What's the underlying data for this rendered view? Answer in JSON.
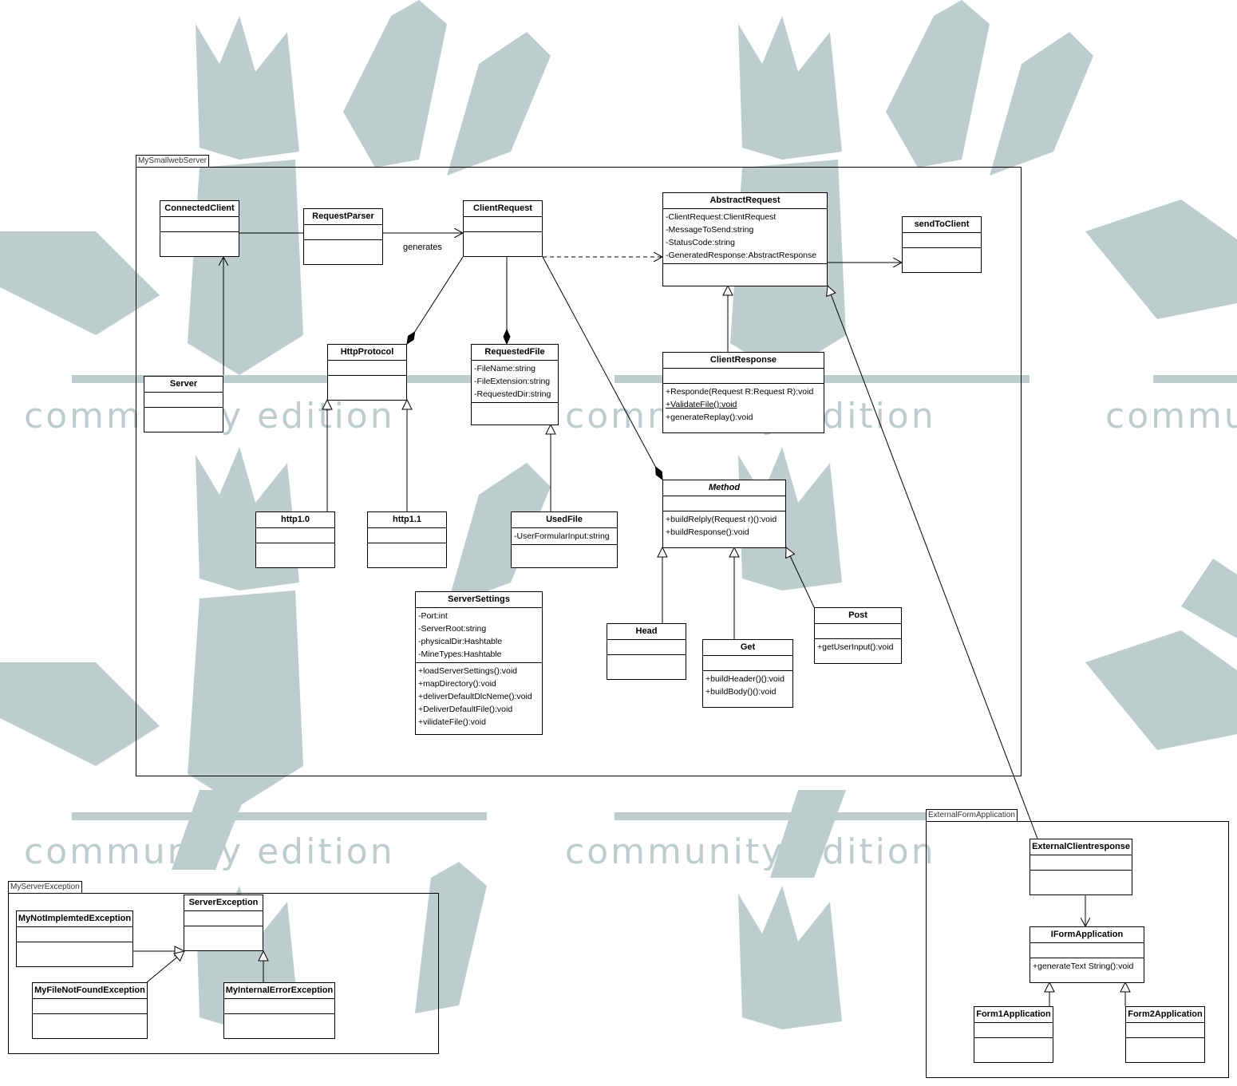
{
  "watermark": {
    "text": "community edition"
  },
  "packages": {
    "main": "MySmallwebServer",
    "external": "ExternalFormApplication",
    "exceptions": "MyServerException"
  },
  "classes": {
    "connectedClient": {
      "name": "ConnectedClient"
    },
    "requestParser": {
      "name": "RequestParser"
    },
    "clientRequest": {
      "name": "ClientRequest"
    },
    "abstractRequest": {
      "name": "AbstractRequest",
      "attributes": [
        "-ClientRequest:ClientRequest",
        "-MessageToSend:string",
        "-StatusCode:string",
        "-GeneratedResponse:AbstractResponse"
      ]
    },
    "sendToClient": {
      "name": "sendToClient"
    },
    "server": {
      "name": "Server"
    },
    "httpProtocol": {
      "name": "HttpProtocol"
    },
    "requestedFile": {
      "name": "RequestedFile",
      "attributes": [
        "-FileName:string",
        "-FileExtension:string",
        "-RequestedDir:string"
      ]
    },
    "clientResponse": {
      "name": "ClientResponse",
      "methods": [
        "+Responde(Request R:Request R):void",
        "+ValidateFile():void",
        "+generateReplay():void"
      ]
    },
    "http10": {
      "name": "http1.0"
    },
    "http11": {
      "name": "http1.1"
    },
    "usedFile": {
      "name": "UsedFile",
      "attributes": [
        "-UserFormularInput:string"
      ]
    },
    "method": {
      "name": "Method",
      "methods": [
        "+buildRelply(Request r)():void",
        "+buildResponse():void"
      ]
    },
    "serverSettings": {
      "name": "ServerSettings",
      "attributes": [
        "-Port:int",
        "-ServerRoot:string",
        "-physicalDir:Hashtable",
        "-MineTypes:Hashtable"
      ],
      "methods": [
        "+loadServerSettings():void",
        "+mapDirectory():void",
        "+deliverDefaultDlcNeme():void",
        "+DeliverDefaultFile():void",
        "+vilidateFile():void"
      ]
    },
    "head": {
      "name": "Head"
    },
    "get": {
      "name": "Get",
      "methods": [
        "+buildHeader()():void",
        "+buildBody()():void"
      ]
    },
    "post": {
      "name": "Post",
      "methods": [
        "+getUserInput():void"
      ]
    },
    "externalClientResponse": {
      "name": "ExternalClientresponse"
    },
    "iFormApplication": {
      "name": "IFormApplication",
      "methods": [
        "+generateText String():void"
      ]
    },
    "form1Application": {
      "name": "Form1Application"
    },
    "form2Application": {
      "name": "Form2Application"
    },
    "serverException": {
      "name": "ServerException"
    },
    "myNotImplementedException": {
      "name": "MyNotImplemtedException"
    },
    "myFileNotFoundException": {
      "name": "MyFileNotFoundException"
    },
    "myInternalErrorException": {
      "name": "MyInternalErrorException"
    }
  },
  "labels": {
    "generates": "generates"
  }
}
